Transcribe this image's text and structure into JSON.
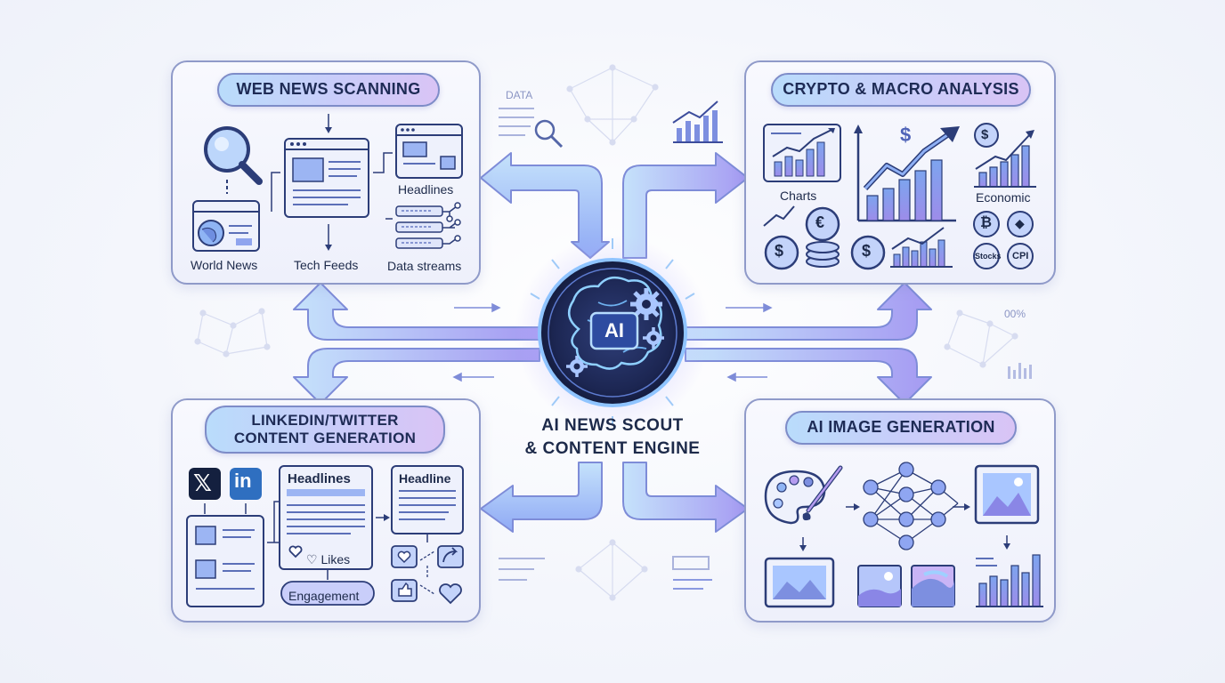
{
  "center": {
    "title_line1": "AI NEWS SCOUT",
    "title_line2": "& CONTENT ENGINE",
    "logo": "AI"
  },
  "web_news": {
    "title": "WEB NEWS SCANNING",
    "labels": {
      "world_news": "World News",
      "tech_feeds": "Tech Feeds",
      "headlines": "Headlines",
      "data_streams": "Data streams"
    },
    "icons": [
      "magnifier-icon",
      "globe-icon",
      "browser-window-icon",
      "data-stream-icon"
    ]
  },
  "crypto": {
    "title": "CRYPTO & MACRO ANALYSIS",
    "labels": {
      "charts": "Charts",
      "economic": "Economic",
      "stocks": "Stocks",
      "cpi": "CPI"
    },
    "symbols": {
      "dollar": "$",
      "euro": "€",
      "bitcoin": "₿",
      "ethereum": "◆"
    }
  },
  "social": {
    "title_line1": "LINKEDIN/TWITTER",
    "title_line2": "CONTENT GENERATION",
    "labels": {
      "headlines": "Headlines",
      "headline": "Headline",
      "likes": "Likes",
      "engagement": "Engagement"
    },
    "brand": {
      "x": "𝕏",
      "linkedin": "in"
    }
  },
  "image_gen": {
    "title": "AI IMAGE GENERATION",
    "icons": [
      "palette-icon",
      "neural-network-icon",
      "image-icon",
      "bar-chart-icon"
    ]
  },
  "decor": {
    "data_tag": "DATA",
    "percent_tag": "00%"
  },
  "colors": {
    "accent": "#7e8cc8",
    "arrow_start": "#b9dcfb",
    "arrow_end": "#9b8ff0",
    "hub": "#1e2b5e"
  }
}
